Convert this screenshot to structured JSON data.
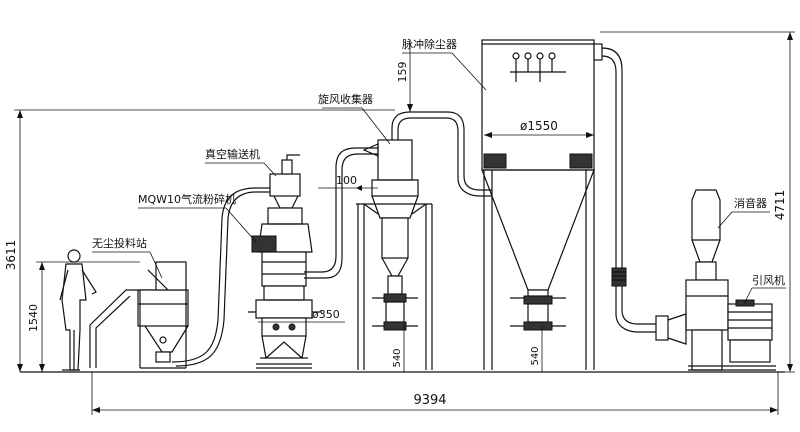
{
  "labels": {
    "pulse_dust_collector": "脉冲除尘器",
    "cyclone_collector": "旋风收集器",
    "vacuum_conveyor": "真空输送机",
    "jet_mill": "MQW10气流粉碎机",
    "dustfree_feeding": "无尘投料站",
    "silencer": "消音器",
    "induced_fan": "引风机"
  },
  "dimensions": {
    "total_length": "9394",
    "total_height": "4711",
    "left_height": "3611",
    "feed_height": "1540",
    "dim_159": "159",
    "dim_100": "100",
    "dia_1550": "ø1550",
    "dia_350": "ø350",
    "dim_540_a": "540",
    "dim_540_b": "540"
  }
}
